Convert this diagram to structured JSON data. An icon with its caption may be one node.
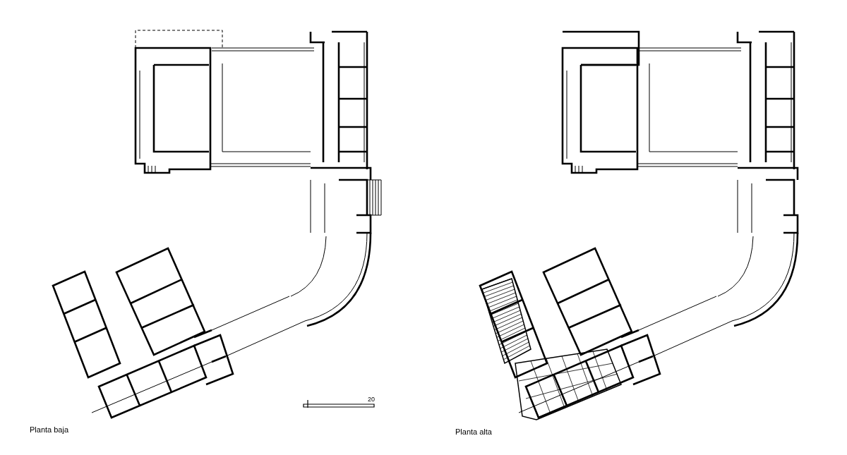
{
  "diagram": {
    "labels": [
      "20",
      "Planta baja",
      "Planta alta"
    ]
  }
}
